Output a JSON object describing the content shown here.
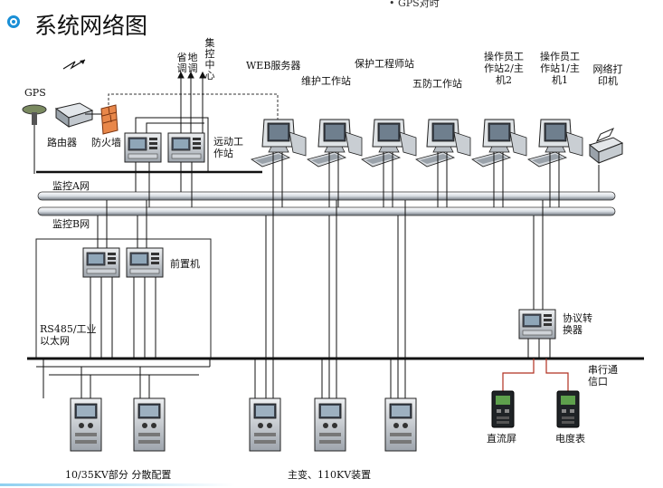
{
  "header": {
    "title": "系统网络图",
    "top_note": "• GPS对时"
  },
  "labels": {
    "gps": "GPS",
    "router": "路由器",
    "firewall": "防火墙",
    "dispatch_provincial": "省调",
    "dispatch_local": "地调",
    "control_center": "集控中心",
    "telecontrol_station": "远动工作站",
    "web_server": "WEB服务器",
    "maintenance_station": "维护工作站",
    "protection_station": "保护工程师站",
    "five_prevention_station": "五防工作站",
    "operator_station_2": "操作员工作站2/主机2",
    "operator_station_1": "操作员工作站1/主机1",
    "network_printer": "网络打印机",
    "monitor_net_a": "监控A网",
    "monitor_net_b": "监控B网",
    "front_processor": "前置机",
    "rs485": "RS485/工业以太网",
    "protocol_converter": "协议转换器",
    "serial_comm": "串行通信口",
    "dc_panel": "直流屏",
    "energy_meter": "电度表",
    "distributed_config": "10/35KV部分 分散配置",
    "main_transformer": "主变、110KV装置"
  },
  "colors": {
    "accent": "#1a8fd6",
    "line": "#111111",
    "serial_line": "#b03020"
  }
}
